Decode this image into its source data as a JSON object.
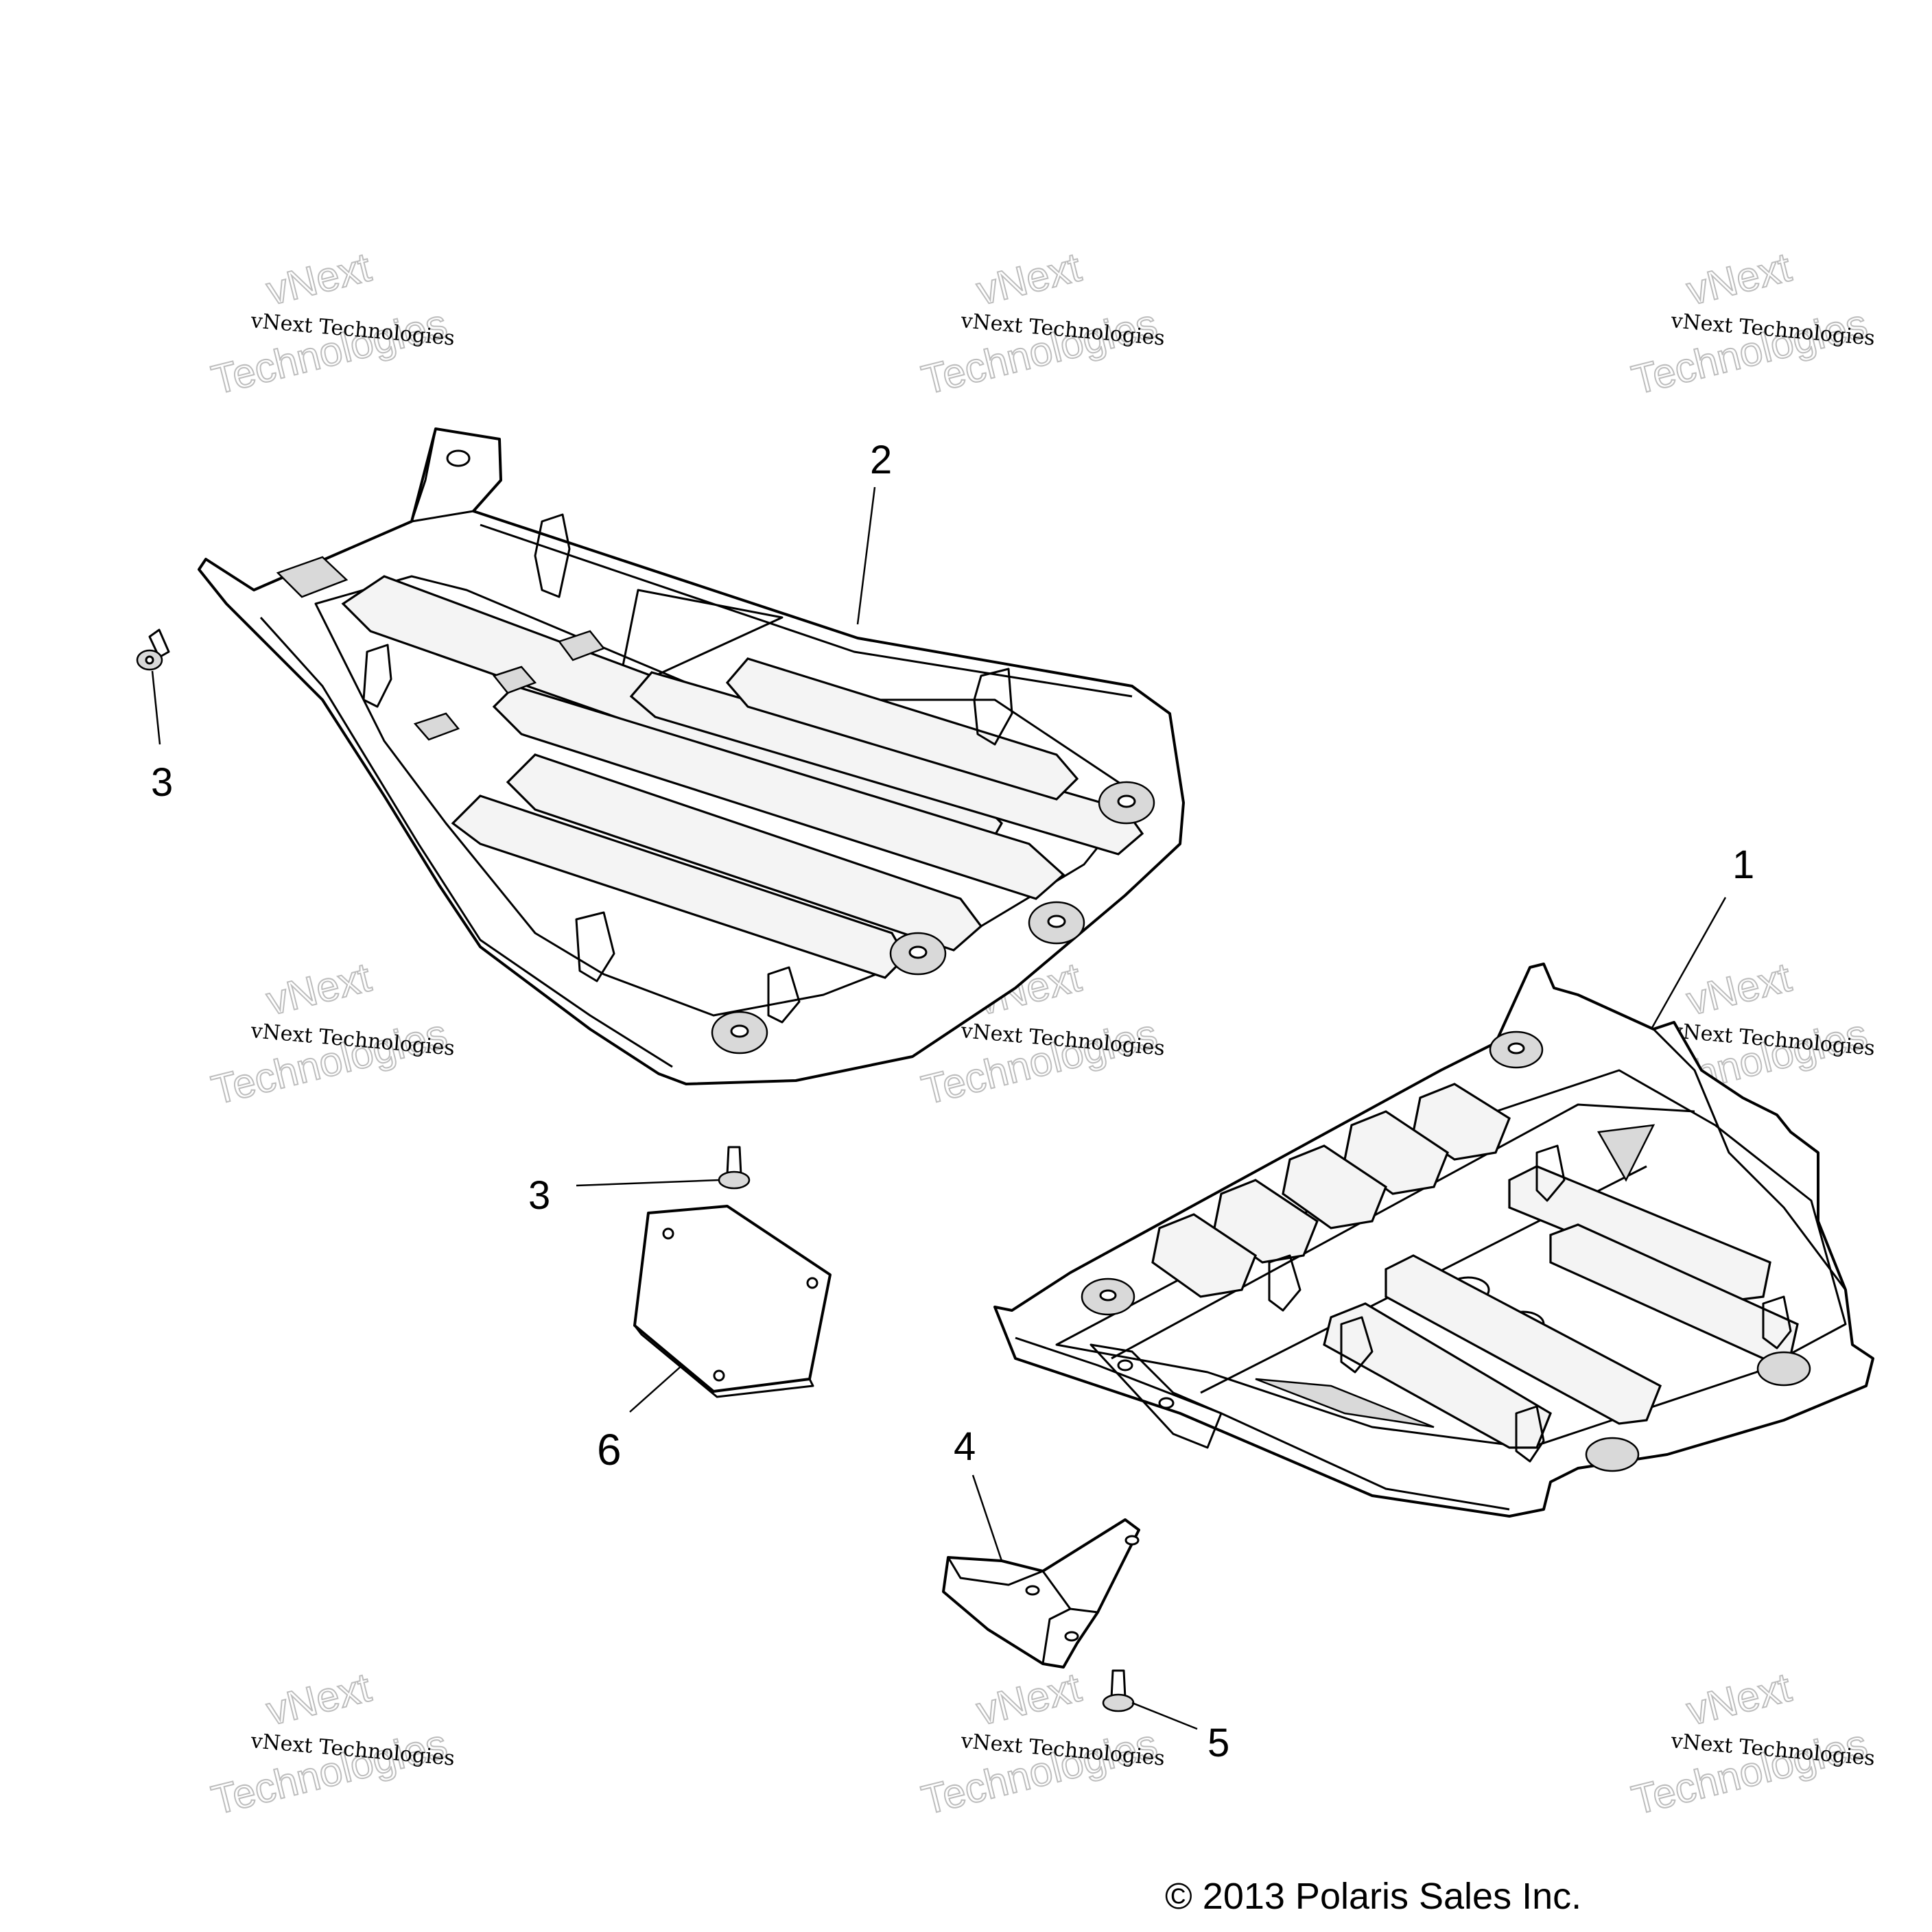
{
  "watermark": {
    "line1": "vNext Technologies",
    "line2": "vNext",
    "line3": "Technologies"
  },
  "callouts": {
    "part1": "1",
    "part2": "2",
    "part3_top": "3",
    "part3_mid": "3",
    "part4": "4",
    "part5": "5",
    "part6": "6"
  },
  "copyright": "© 2013 Polaris Sales Inc."
}
